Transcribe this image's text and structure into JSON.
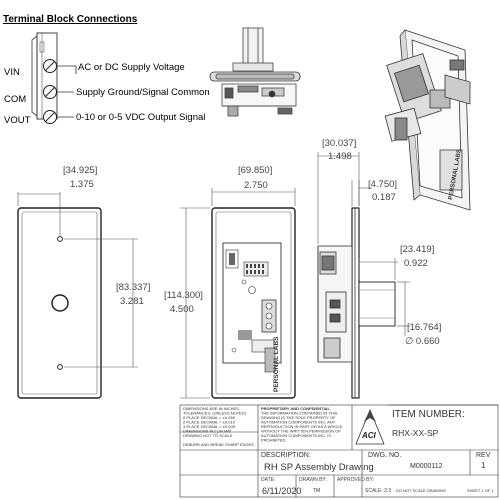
{
  "terminal_block": {
    "title": "Terminal Block Connections",
    "rows": [
      {
        "pin": "VIN",
        "desc": "AC or DC Supply Voltage"
      },
      {
        "pin": "COM",
        "desc": "Supply Ground/Signal Common"
      },
      {
        "pin": "VOUT",
        "desc": "0-10 or 0-5 VDC Output Signal"
      }
    ]
  },
  "dimensions": {
    "plate_width_mm": "[69.850]",
    "plate_width_in": "2.750",
    "hole_offset_mm": "[34.925]",
    "hole_offset_in": "1.375",
    "hole_spacing_mm": "[83.337]",
    "hole_spacing_in": "3.281",
    "plate_height_mm": "[114.300]",
    "plate_height_in": "4.500",
    "depth_mm": "[30.037]",
    "depth_in": "1.498",
    "plate_thick_mm": "[4.750]",
    "plate_thick_in": "0.187",
    "stem_len_mm": "[23.419]",
    "stem_len_in": "0.922",
    "stem_dia_mm": "[16.764]",
    "stem_dia_in": "∅ 0.660"
  },
  "title_block": {
    "tolerances": [
      "DIMENSIONS ARE IN INCHES",
      "TOLERANCES: (UNLESS NOTED)",
      "0 PLACE DECIMAL = ±0.050",
      "2 PLACE DECIMAL = ±0.010",
      "3 PLACE DECIMAL = ±0.005",
      "DIMENSIONS IN [ ] IN MM",
      "DRAWING NOT TO SCALE"
    ],
    "deburr": "DEBURR AND BREAK SHARP EDGES",
    "proprietary_title": "PROPRIETARY AND CONFIDENTIAL",
    "proprietary_text": [
      "THE INFORMATION CONTAINED IN THIS",
      "DRAWING IS THE SOLE PROPERTY OF",
      "AUTOMATION COMPONENTS INC. ANY",
      "REPRODUCTION IN PART OR AS A WHOLE",
      "WITHOUT THE WRITTEN PERMISSION OF",
      "AUTOMATION COMPONENTS INC. IS",
      "PROHIBITED."
    ],
    "logo_text": "ACI",
    "item_number_label": "ITEM NUMBER:",
    "item_number": "RHX-XX-SP",
    "description_label": "DESCRIPTION:",
    "description": "RH SP Assembly Drawing",
    "dwg_no_label": "DWG. NO.",
    "dwg_no": "M0000112",
    "rev_label": "REV",
    "rev": "1",
    "date_label": "DATE:",
    "date": "6/11/2020",
    "drawn_by_label": "DRAWN BY:",
    "drawn_by": "TM",
    "approved_by_label": "APPROVED BY:",
    "approved_by": "",
    "scale": "SCALE: 2:3",
    "note": "DO NOT SCALE DRAWING",
    "sheet": "SHEET 1 OF 1"
  },
  "product_label": "PERSONAL LABS"
}
